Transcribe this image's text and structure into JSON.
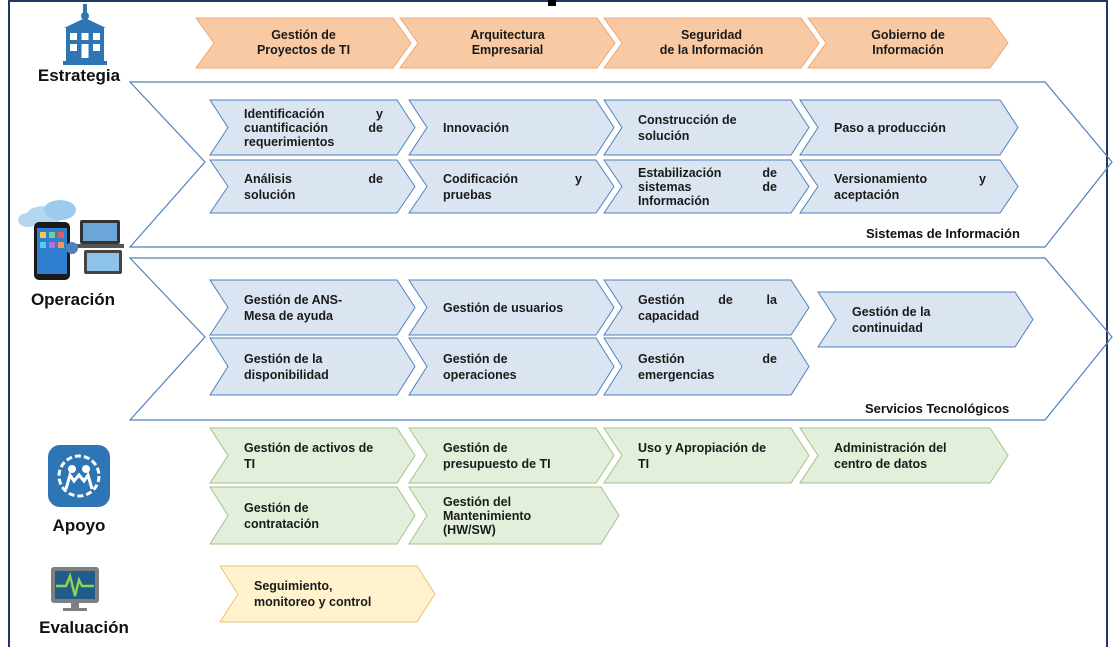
{
  "categories": {
    "estrategia": "Estrategia",
    "operacion": "Operación",
    "apoyo": "Apoyo",
    "evaluacion": "Evaluación"
  },
  "strategy_items": [
    {
      "l1": "Gestión de",
      "l2": "Proyectos de TI"
    },
    {
      "l1": "Arquitectura",
      "l2": "Empresarial"
    },
    {
      "l1": "Seguridad",
      "l2": "de la Información"
    },
    {
      "l1": "Gobierno de",
      "l2": "Información"
    }
  ],
  "sistemas": {
    "label": "Sistemas de Información",
    "row1": [
      {
        "lines": [
          [
            "Identificación",
            "y"
          ],
          [
            "cuantificación",
            "de"
          ],
          [
            "requerimientos"
          ]
        ]
      },
      {
        "lines": [
          [
            "Innovación"
          ]
        ]
      },
      {
        "lines": [
          [
            "Construcción de"
          ],
          [
            "solución"
          ]
        ]
      },
      {
        "lines": [
          [
            "Paso a producción"
          ]
        ]
      }
    ],
    "row2": [
      {
        "lines": [
          [
            "Análisis",
            "de"
          ],
          [
            "solución"
          ]
        ]
      },
      {
        "lines": [
          [
            "Codificación",
            "y"
          ],
          [
            "pruebas"
          ]
        ]
      },
      {
        "lines": [
          [
            "Estabilización",
            "de"
          ],
          [
            "sistemas",
            "de"
          ],
          [
            "Información"
          ]
        ]
      },
      {
        "lines": [
          [
            "Versionamiento",
            "y"
          ],
          [
            "aceptación"
          ]
        ]
      }
    ]
  },
  "servicios": {
    "label": "Servicios Tecnológicos",
    "row1": [
      {
        "lines": [
          [
            "Gestión de ANS-"
          ],
          [
            "Mesa de ayuda"
          ]
        ]
      },
      {
        "lines": [
          [
            "Gestión de usuarios"
          ]
        ]
      },
      {
        "lines": [
          [
            "Gestión",
            "de",
            "la"
          ],
          [
            "capacidad"
          ]
        ]
      },
      {
        "lines": [
          [
            "Gestión de la"
          ],
          [
            "continuidad"
          ]
        ]
      }
    ],
    "row2": [
      {
        "lines": [
          [
            "Gestión de la"
          ],
          [
            "disponibilidad"
          ]
        ]
      },
      {
        "lines": [
          [
            "Gestión de"
          ],
          [
            "operaciones"
          ]
        ]
      },
      {
        "lines": [
          [
            "Gestión",
            "de"
          ],
          [
            "emergencias"
          ]
        ]
      }
    ]
  },
  "apoyo": {
    "row1": [
      {
        "lines": [
          [
            "Gestión de activos de"
          ],
          [
            "TI"
          ]
        ]
      },
      {
        "lines": [
          [
            "Gestión de"
          ],
          [
            "presupuesto de TI"
          ]
        ]
      },
      {
        "lines": [
          [
            "Uso y Apropiación de"
          ],
          [
            "TI"
          ]
        ]
      },
      {
        "lines": [
          [
            "Administración del"
          ],
          [
            "centro de datos"
          ]
        ]
      }
    ],
    "row2": [
      {
        "lines": [
          [
            "Gestión de"
          ],
          [
            "contratación"
          ]
        ]
      },
      {
        "lines": [
          [
            "Gestión del"
          ],
          [
            "Mantenimiento"
          ],
          [
            "(HW/SW)"
          ]
        ]
      }
    ]
  },
  "evaluacion": {
    "row1": [
      {
        "lines": [
          [
            "Seguimiento,"
          ],
          [
            "monitoreo y control"
          ]
        ]
      }
    ]
  },
  "colors": {
    "strategy_fill": "#f8c9a3",
    "strategy_stroke": "#f0a875",
    "blue_fill": "#dbe5f1",
    "blue_stroke": "#4f81bd",
    "green_fill": "#e2efda",
    "green_stroke": "#a9c08c",
    "yellow_fill": "#fff2cc",
    "yellow_stroke": "#e8c27a",
    "outline": "#4f81bd"
  }
}
